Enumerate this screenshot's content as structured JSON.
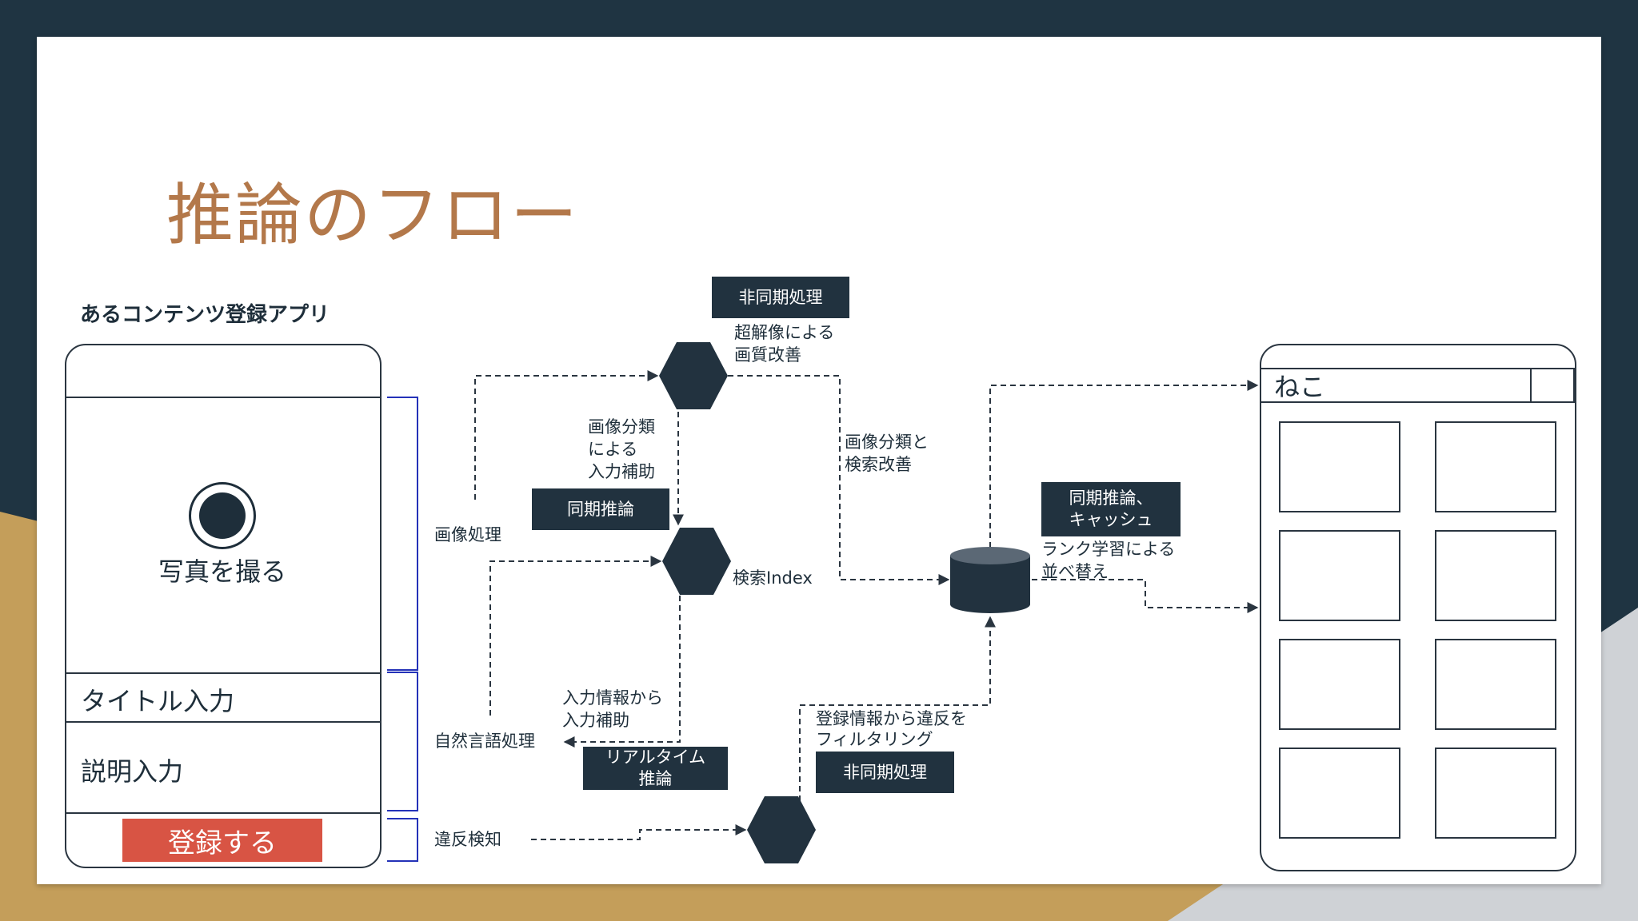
{
  "slide": {
    "title": "推論のフロー"
  },
  "app": {
    "heading": "あるコンテンツ登録アプリ",
    "photo_label": "写真を撮る",
    "title_field": "タイトル入力",
    "description_field": "説明入力",
    "register_button": "登録する"
  },
  "processes": {
    "image": "画像処理",
    "nlp": "自然言語処理",
    "violation": "違反検知"
  },
  "flow": {
    "async_top_box": "非同期処理",
    "super_resolution_line1": "超解像による",
    "super_resolution_line2": "画質改善",
    "classify_assist_line1": "画像分類",
    "classify_assist_line2": "による",
    "classify_assist_line3": "入力補助",
    "sync_box": "同期推論",
    "classify_search_line1": "画像分類と",
    "classify_search_line2": "検索改善",
    "search_index": "検索Index",
    "sync_cache_line1": "同期推論、",
    "sync_cache_line2": "キャッシュ",
    "rank_line1": "ランク学習による",
    "rank_line2": "並べ替え",
    "text_assist_line1": "入力情報から",
    "text_assist_line2": "入力補助",
    "realtime_line1": "リアルタイム",
    "realtime_line2": "推論",
    "filter_line1": "登録情報から違反を",
    "filter_line2": "フィルタリング",
    "async_bottom_box": "非同期処理"
  },
  "search": {
    "query": "ねこ"
  },
  "colors": {
    "navy": "#1f3442",
    "gold": "#c49e5a",
    "node": "#22323f",
    "accent_title": "#b3784a",
    "register": "#d85444",
    "bracket": "#2432b8"
  },
  "icons": [
    "camera-shutter-icon",
    "search-icon",
    "database-icon",
    "hexagon-node-icon"
  ]
}
